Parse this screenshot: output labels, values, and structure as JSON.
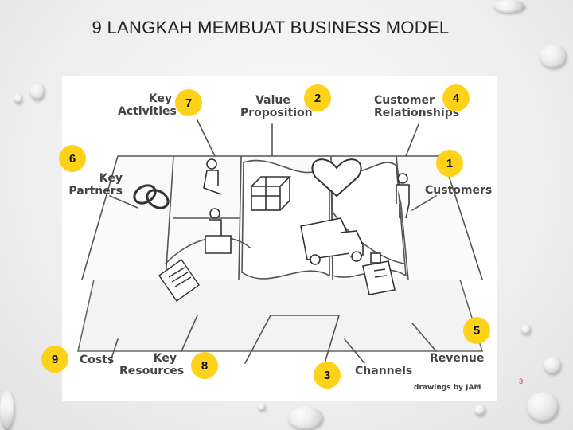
{
  "title": "9 LANGKAH MEMBUAT BUSINESS MODEL",
  "blocks": {
    "key_activities": "Key\nActivities",
    "value_proposition": "Value\nProposition",
    "customer_relationships": "Customer\nRelationships",
    "key_partners": "Key\nPartners",
    "customers": "Customers",
    "costs": "Costs",
    "key_resources": "Key\nResources",
    "channels": "Channels",
    "revenue": "Revenue"
  },
  "steps": {
    "key_activities": "7",
    "value_proposition": "2",
    "customer_relationships": "4",
    "key_partners": "6",
    "customers": "1",
    "revenue": "5",
    "costs": "9",
    "key_resources": "8",
    "channels": "3"
  },
  "credit": "drawings by JAM",
  "page_number": "3",
  "colors": {
    "badge": "#ffd21a",
    "line": "#555555"
  },
  "icons": [
    "rings-icon",
    "heart-icon",
    "gift-icon",
    "truck-icon",
    "person-icon",
    "worker-icon",
    "cash-register-icon",
    "invoice-icon",
    "building-icon"
  ]
}
